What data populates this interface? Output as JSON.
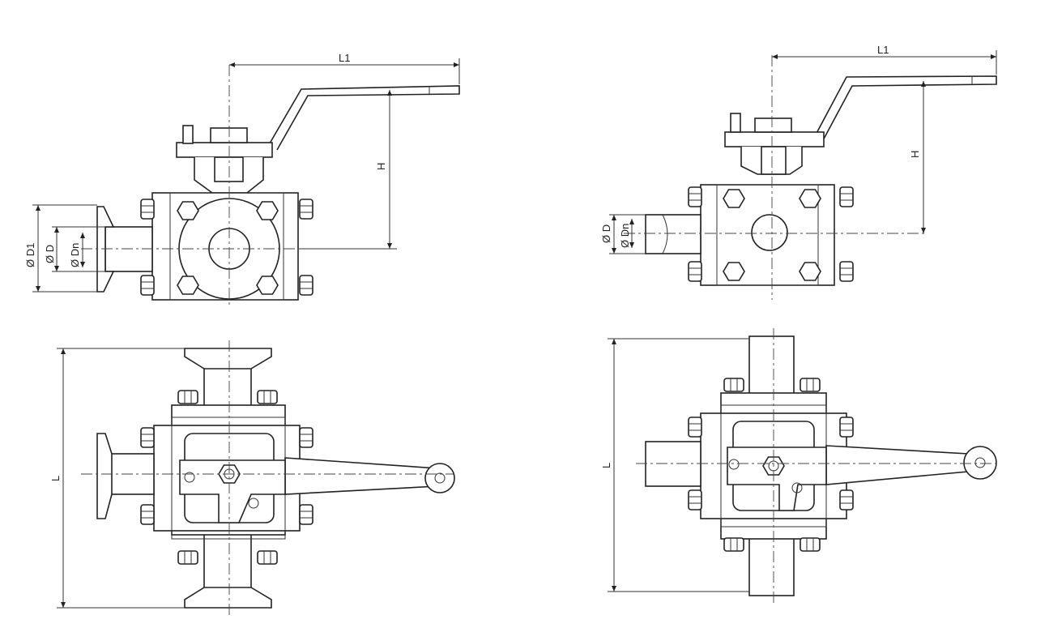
{
  "views": {
    "left_front": {
      "length_handle": "L1",
      "height": "H",
      "dia_clamp": "Ø D1",
      "dia_outer": "Ø D",
      "dia_nominal": "Ø Dn"
    },
    "left_top": {
      "length": "L"
    },
    "right_front": {
      "length_handle": "L1",
      "height": "H",
      "dia_outer": "Ø D",
      "dia_nominal": "Ø Dn"
    },
    "right_top": {
      "length": "L"
    }
  }
}
